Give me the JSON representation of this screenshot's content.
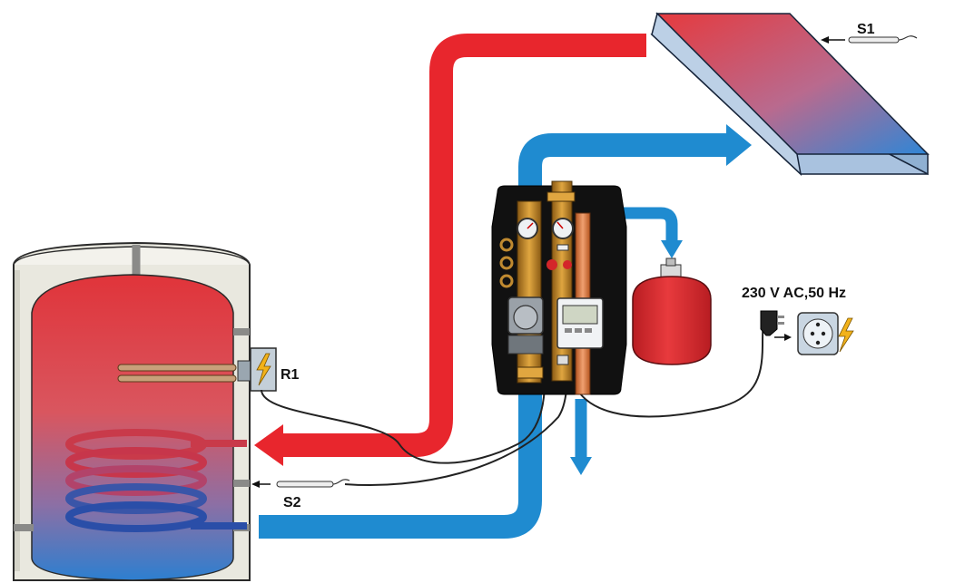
{
  "labels": {
    "collector_sensor": "S1",
    "tank_sensor": "S2",
    "heater": "R1",
    "power_supply": "230 V AC,50 Hz"
  },
  "colors": {
    "hot_pipe": "#e8262d",
    "cold_pipe": "#1f8bd0",
    "tank_shell": "#ecebe3",
    "station_body": "#111111",
    "expansion_vessel": "#d8262a",
    "cable": "#222222"
  },
  "icons": [
    "lightning-icon",
    "plug-icon",
    "socket-icon",
    "thermometer-gauge-icon",
    "controller-icon"
  ]
}
